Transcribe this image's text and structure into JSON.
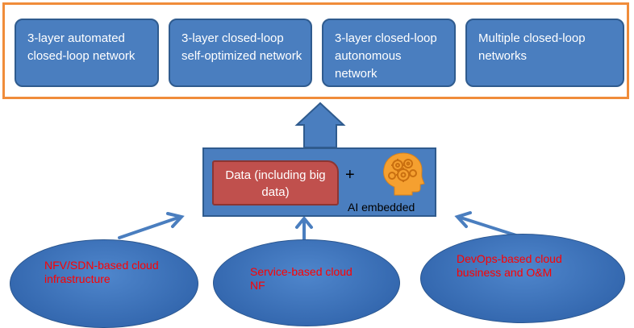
{
  "top_boxes": [
    {
      "label": "3-layer automated closed-loop network"
    },
    {
      "label": "3-layer closed-loop self-optimized network"
    },
    {
      "label": "3-layer closed-loop autonomous network"
    },
    {
      "label": "Multiple closed-loop networks"
    }
  ],
  "center": {
    "data_label": "Data (including big data)",
    "plus": "+",
    "ai_label": "AI embedded"
  },
  "sources": [
    {
      "label": "NFV/SDN-based cloud infrastructure"
    },
    {
      "label": "Service-based cloud NF"
    },
    {
      "label": "DevOps-based cloud business and O&M"
    }
  ],
  "icons": {
    "ai": "ai-head-gears-icon"
  },
  "colors": {
    "box_fill": "#4a7ebf",
    "frame": "#f08c3a",
    "data_fill": "#c0504d",
    "source_text": "#ff0000",
    "head": "#f5a030"
  }
}
